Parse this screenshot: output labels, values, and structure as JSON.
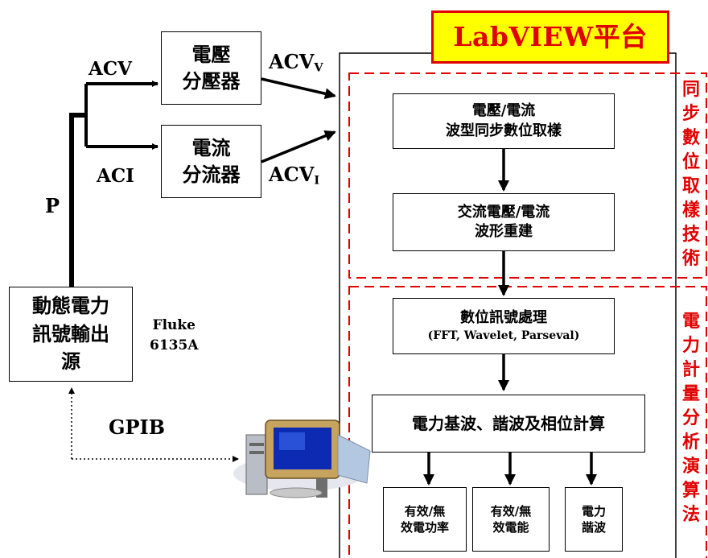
{
  "platform_title": "LabVIEW平台",
  "source_block": {
    "line1": "動態電力",
    "line2": "訊號輸出",
    "line3": "源"
  },
  "source_model": {
    "line1": "Fluke",
    "line2": "6135A"
  },
  "voltage_divider": {
    "line1": "電壓",
    "line2": "分壓器"
  },
  "current_shunt": {
    "line1": "電流",
    "line2": "分流器"
  },
  "labels": {
    "p": "P",
    "acv": "ACV",
    "aci": "ACI",
    "acv_v_main": "ACV",
    "acv_v_sub": "V",
    "acv_i_main": "ACV",
    "acv_i_sub": "I",
    "gpib": "GPIB"
  },
  "sampling_section": {
    "title": "同步數位取樣技術",
    "step1": {
      "line1": "電壓/電流",
      "line2": "波型同步數位取樣"
    },
    "step2": {
      "line1": "交流電壓/電流",
      "line2": "波形重建"
    }
  },
  "analysis_section": {
    "title": "電力計量分析演算法",
    "step1": {
      "line1": "數位訊號處理",
      "line2": "(FFT, Wavelet, Parseval)"
    },
    "step2": "電力基波、諧波及相位計算",
    "outputs": [
      {
        "line1": "有效/無",
        "line2": "效電功率"
      },
      {
        "line1": "有效/無",
        "line2": "效電能"
      },
      {
        "line1": "電力",
        "line2": "諧波"
      }
    ]
  },
  "colors": {
    "title_fill": "#ffff00",
    "title_border": "#e00000",
    "accent_text": "#e00000",
    "dashed_border": "#e00000"
  }
}
